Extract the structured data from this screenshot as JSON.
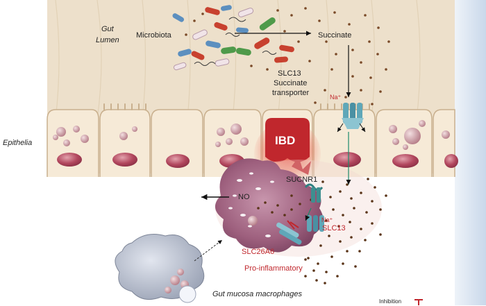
{
  "labels": {
    "gut_lumen_1": "Gut",
    "gut_lumen_2": "Lumen",
    "microbiota": "Microbiota",
    "succinate": "Succinate",
    "slc13_top_1": "SLC13",
    "slc13_top_2": "Succinate",
    "slc13_top_3": "transporter",
    "na_top": "Na⁺",
    "epithelia": "Epithelia",
    "ibd": "IBD",
    "sucnr1": "SUCNR1",
    "no": "NO",
    "na_mid": "Na⁺",
    "slc13_mid": "SLC13",
    "slc26a6": "SLC26A6",
    "pro_inflammatory": "Pro-inflammatory",
    "macrophages": "Gut mucosa macrophages",
    "inhibition": "Inhibition"
  },
  "colors": {
    "lumen": "#ede0cb",
    "cell_fill": "#f6ead7",
    "cell_stroke": "#c9b08e",
    "nucleus": "#b2475e",
    "vacuole": "#c18a93",
    "macrophage": "#9d5f7d",
    "inflammation": "#e24a3c",
    "accent_red": "#c0272d",
    "transporter": "#5fa7b8",
    "right_strip": "#dfe9f3"
  }
}
